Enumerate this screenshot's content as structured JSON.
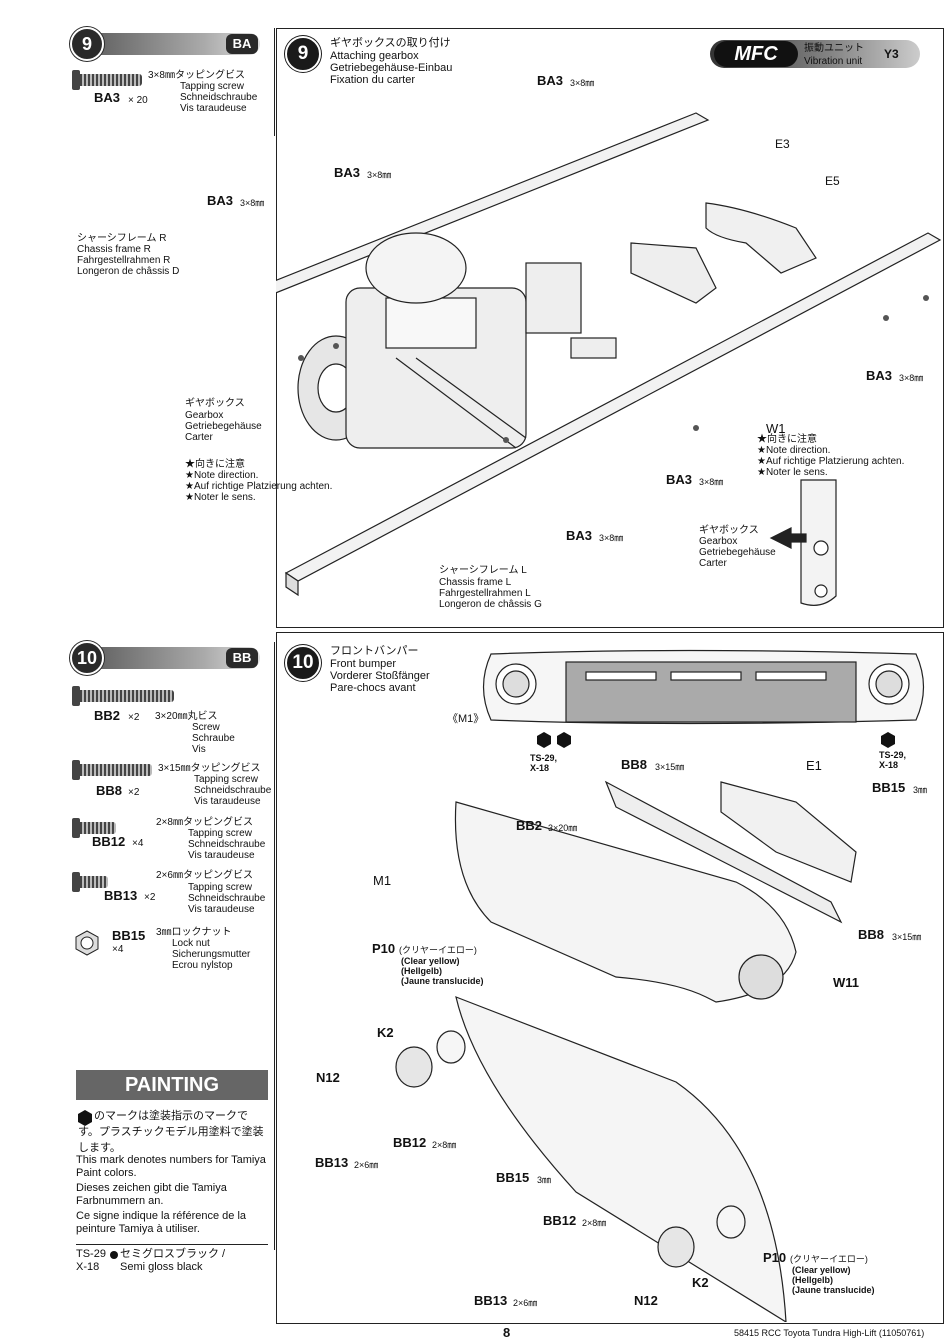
{
  "step9_left": {
    "number": "9",
    "bag": "BA",
    "part": {
      "code": "BA3",
      "qty": "× 20",
      "size": "3×8㎜タッピングビス",
      "en": "Tapping screw",
      "de": "Schneidschraube",
      "fr": "Vis taraudeuse"
    }
  },
  "step9_main": {
    "number": "9",
    "title_jp": "ギヤボックスの取り付け",
    "title_en": "Attaching gearbox",
    "title_de": "Getriebegehäuse-Einbau",
    "title_fr": "Fixation du carter",
    "mfc": {
      "logo": "MFC",
      "jp": "振動ユニット",
      "en": "Vibration unit",
      "code": "Y3"
    },
    "labels": {
      "ba3_a": "BA3",
      "size_a": "3×8㎜",
      "ba3_b": "BA3",
      "size_b": "3×8㎜",
      "ba3_c": "BA3",
      "size_c": "3×8㎜",
      "ba3_d": "BA3",
      "size_d": "3×8㎜",
      "ba3_e": "BA3",
      "size_e": "3×8㎜",
      "ba3_f": "BA3",
      "size_f": "3×8㎜",
      "e3": "E3",
      "e5": "E5",
      "w1": "W1"
    },
    "frame_r": {
      "jp": "シャーシフレーム R",
      "en": "Chassis frame R",
      "de": "Fahrgestellrahmen R",
      "fr": "Longeron de châssis D"
    },
    "gearbox": {
      "jp": "ギヤボックス",
      "en": "Gearbox",
      "de": "Getriebegehäuse",
      "fr": "Carter"
    },
    "note": {
      "jp": "★向きに注意",
      "en": "★Note direction.",
      "de": "★Auf richtige Platzierung achten.",
      "fr": "★Noter le sens."
    },
    "note_w1": {
      "jp": "★向きに注意",
      "en": "★Note direction.",
      "de": "★Auf richtige Platzierung achten.",
      "fr": "★Noter le sens."
    },
    "frame_l": {
      "jp": "シャーシフレーム L",
      "en": "Chassis frame L",
      "de": "Fahrgestellrahmen L",
      "fr": "Longeron de châssis G"
    },
    "gearbox2": {
      "jp": "ギヤボックス",
      "en": "Gearbox",
      "de": "Getriebegehäuse",
      "fr": "Carter"
    }
  },
  "step10_left": {
    "number": "10",
    "bag": "BB",
    "parts": [
      {
        "code": "BB2",
        "qty": "×2",
        "size": "3×20㎜丸ビス",
        "en": "Screw",
        "de": "Schraube",
        "fr": "Vis"
      },
      {
        "code": "BB8",
        "qty": "×2",
        "size": "3×15㎜タッピングビス",
        "en": "Tapping screw",
        "de": "Schneidschraube",
        "fr": "Vis taraudeuse"
      },
      {
        "code": "BB12",
        "qty": "×4",
        "size": "2×8㎜タッピングビス",
        "en": "Tapping screw",
        "de": "Schneidschraube",
        "fr": "Vis taraudeuse"
      },
      {
        "code": "BB13",
        "qty": "×2",
        "size": "2×6㎜タッピングビス",
        "en": "Tapping screw",
        "de": "Schneidschraube",
        "fr": "Vis taraudeuse"
      },
      {
        "code": "BB15",
        "qty": "×4",
        "size": "3㎜ロックナット",
        "en": "Lock nut",
        "de": "Sicherungsmutter",
        "fr": "Ecrou nylstop"
      }
    ]
  },
  "painting": {
    "title": "PAINTING",
    "jp": "のマークは塗装指示のマークです。プラスチックモデル用塗料で塗装します。",
    "en": "This mark denotes numbers for Tamiya Paint colors.",
    "de": "Dieses zeichen gibt die Tamiya Farbnummern an.",
    "fr": "Ce signe indique la référence de la peinture Tamiya à utiliser.",
    "color_code1": "TS-29",
    "color_jp": "セミグロスブラック /",
    "color_code2": "X-18",
    "color_en": "Semi gloss black"
  },
  "step10_main": {
    "number": "10",
    "title_jp": "フロントバンパー",
    "title_en": "Front bumper",
    "title_de": "Vorderer Stoßfänger",
    "title_fr": "Pare-chocs avant",
    "m1_marker": "《M1》",
    "ts_left": "TS-29,",
    "x_left": "X-18",
    "ts_right": "TS-29,",
    "x_right": "X-18",
    "labels": {
      "bb8_a": "BB8",
      "size_bb8_a": "3×15㎜",
      "e1": "E1",
      "bb15_a": "BB15",
      "size_bb15_a": "3㎜",
      "bb2": "BB2",
      "size_bb2": "3×20㎜",
      "m1": "M1",
      "bb8_b": "BB8",
      "size_bb8_b": "3×15㎜",
      "w11": "W11",
      "p10_a": "P10",
      "p10_a_jp": "(クリヤーイエロー)",
      "p10_a_en": "(Clear yellow)",
      "p10_a_de": "(Hellgelb)",
      "p10_a_fr": "(Jaune translucide)",
      "k2_a": "K2",
      "n12_a": "N12",
      "bb12_a": "BB12",
      "size_bb12_a": "2×8㎜",
      "bb13_a": "BB13",
      "size_bb13_a": "2×6㎜",
      "bb15_b": "BB15",
      "size_bb15_b": "3㎜",
      "bb12_b": "BB12",
      "size_bb12_b": "2×8㎜",
      "p10_b": "P10",
      "p10_b_jp": "(クリヤーイエロー)",
      "p10_b_en": "(Clear yellow)",
      "p10_b_de": "(Hellgelb)",
      "p10_b_fr": "(Jaune translucide)",
      "k2_b": "K2",
      "bb13_b": "BB13",
      "size_bb13_b": "2×6㎜",
      "n12_b": "N12"
    }
  },
  "footer": {
    "page": "8",
    "ref": "58415 RCC Toyota Tundra High-Lift (11050761)"
  }
}
